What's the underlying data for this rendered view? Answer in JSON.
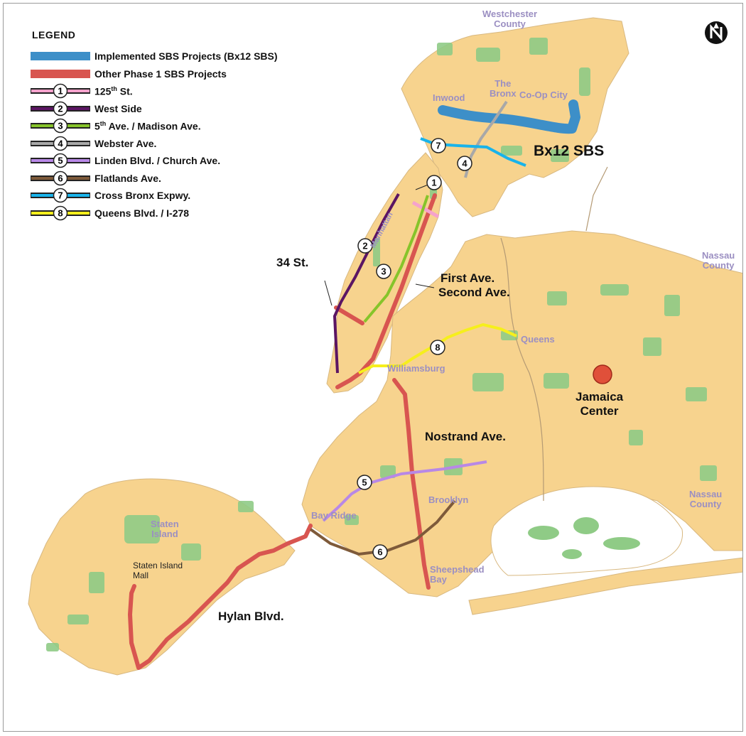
{
  "legend": {
    "title": "LEGEND",
    "items": [
      {
        "kind": "band",
        "label": "Implemented SBS Projects (Bx12 SBS)",
        "color": "#3d8fc8"
      },
      {
        "kind": "band",
        "label": "Other Phase 1 SBS Projects",
        "color": "#d85550"
      },
      {
        "kind": "route",
        "number": "1",
        "label": "125",
        "label_sup": "th",
        "label_suffix": " St.",
        "color": "#f5a2cc"
      },
      {
        "kind": "route",
        "number": "2",
        "label": "West Side",
        "color": "#5b1563"
      },
      {
        "kind": "route",
        "number": "3",
        "label": "5",
        "label_sup": "th",
        "label_suffix": " Ave. / Madison Ave.",
        "color": "#86c42a"
      },
      {
        "kind": "route",
        "number": "4",
        "label": "Webster Ave.",
        "color": "#a8a8a8"
      },
      {
        "kind": "route",
        "number": "5",
        "label": "Linden Blvd. / Church Ave.",
        "color": "#b888e6"
      },
      {
        "kind": "route",
        "number": "6",
        "label": "Flatlands Ave.",
        "color": "#7e5a3a"
      },
      {
        "kind": "route",
        "number": "7",
        "label": "Cross Bronx Expwy.",
        "color": "#19b3ea"
      },
      {
        "kind": "route",
        "number": "8",
        "label": "Queens Blvd. / I-278",
        "color": "#f6ef1c"
      }
    ]
  },
  "labels": {
    "bx12": "Bx12 SBS",
    "st34": "34 St.",
    "first_ave": "First Ave.",
    "second_ave": "Second Ave.",
    "nostrand": "Nostrand Ave.",
    "jamaica_line1": "Jamaica",
    "jamaica_line2": "Center",
    "hylan": "Hylan Blvd."
  },
  "places": {
    "westchester_line1": "Westchester",
    "westchester_line2": "County",
    "nassau_top_line1": "Nassau",
    "nassau_top_line2": "County",
    "nassau_bottom_line1": "Nassau",
    "nassau_bottom_line2": "County",
    "inwood": "Inwood",
    "the_bronx_line1": "The",
    "the_bronx_line2": "Bronx",
    "co_op_city": "Co-Op City",
    "manhattan": "Manhattan",
    "williamsburg": "Williamsburg",
    "queens": "Queens",
    "brooklyn": "Brooklyn",
    "bay_ridge": "Bay Ridge",
    "sheepshead_line1": "Sheepshead",
    "sheepshead_line2": "Bay",
    "staten_line1": "Staten",
    "staten_line2": "Island",
    "si_mall_line1": "Staten Island",
    "si_mall_line2": "Mall"
  },
  "map_markers": [
    {
      "number": "1"
    },
    {
      "number": "2"
    },
    {
      "number": "3"
    },
    {
      "number": "4"
    },
    {
      "number": "5"
    },
    {
      "number": "6"
    },
    {
      "number": "7"
    },
    {
      "number": "8"
    }
  ],
  "north_arrow_icon": "north-arrow-icon",
  "colors": {
    "land": "#f7d38e",
    "park": "#8fcb86",
    "water": "#ffffff",
    "boundary": "#b49a74",
    "sbs_other": "#d85550",
    "sbs_implemented": "#3d8fc8",
    "jamaica_dot": "#e0503a"
  }
}
